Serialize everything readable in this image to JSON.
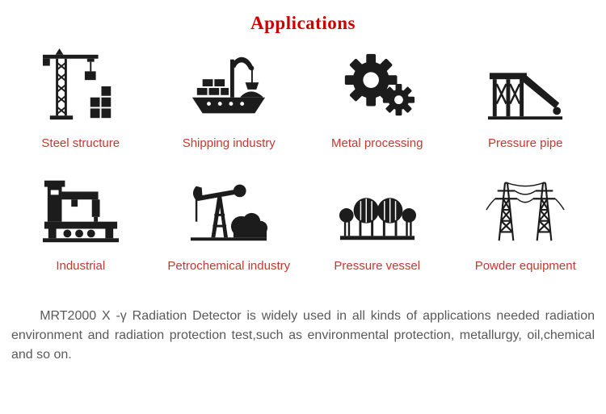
{
  "header": {
    "title": "Applications"
  },
  "applications": {
    "items": [
      {
        "label": "Steel structure",
        "icon": "tower-crane-icon"
      },
      {
        "label": "Shipping industry",
        "icon": "cargo-ship-crane-icon"
      },
      {
        "label": "Metal processing",
        "icon": "gears-icon"
      },
      {
        "label": "Pressure pipe",
        "icon": "pipeline-trestle-icon"
      },
      {
        "label": "Industrial",
        "icon": "industrial-machine-icon"
      },
      {
        "label": "Petrochemical industry",
        "icon": "oil-pumpjack-icon"
      },
      {
        "label": "Pressure vessel",
        "icon": "spherical-tanks-icon"
      },
      {
        "label": "Powder equipment",
        "icon": "transmission-towers-icon"
      }
    ]
  },
  "description": {
    "text": "MRT2000 X -γ Radiation Detector is widely used in all kinds of applications needed radiation environment and radiation protection test,such as environmental protection, metallurgy, oil,chemical and so on."
  },
  "colors": {
    "title_red": "#cc0000",
    "label_red": "#c2392e",
    "icon_black": "#1c1c1c",
    "body_text": "#595959",
    "background": "#ffffff"
  }
}
